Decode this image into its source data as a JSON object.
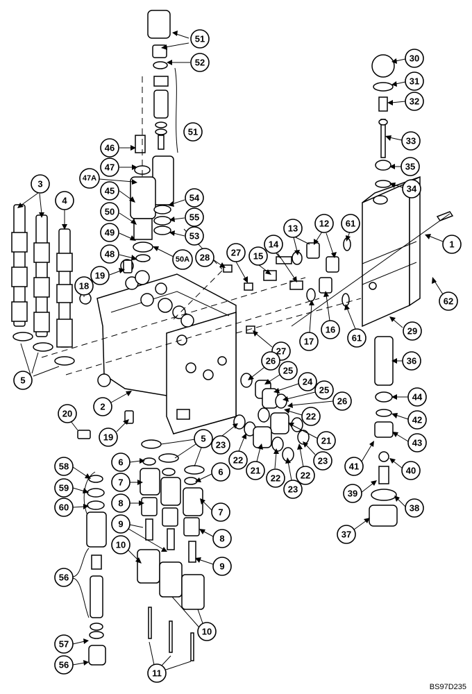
{
  "figure_ref": "BS97D235",
  "callouts": {
    "c1": "1",
    "c2": "2",
    "c3": "3",
    "c4": "4",
    "c5": "5",
    "c6": "6",
    "c7": "7",
    "c8": "8",
    "c9": "9",
    "c10": "10",
    "c11": "11",
    "c12": "12",
    "c13": "13",
    "c14": "14",
    "c15": "15",
    "c16": "16",
    "c17": "17",
    "c18": "18",
    "c19": "19",
    "c20": "20",
    "c21": "21",
    "c22": "22",
    "c23": "23",
    "c24": "24",
    "c25": "25",
    "c26": "26",
    "c27": "27",
    "c28": "28",
    "c29": "29",
    "c30": "30",
    "c31": "31",
    "c32": "32",
    "c33": "33",
    "c34": "34",
    "c35": "35",
    "c36": "36",
    "c37": "37",
    "c38": "38",
    "c39": "39",
    "c40": "40",
    "c41": "41",
    "c42": "42",
    "c43": "43",
    "c44": "44",
    "c45": "45",
    "c46": "46",
    "c47": "47",
    "c47a": "47A",
    "c48": "48",
    "c49": "49",
    "c50": "50",
    "c50a": "50A",
    "c51": "51",
    "c52": "52",
    "c53": "53",
    "c54": "54",
    "c55": "55",
    "c56": "56",
    "c57": "57",
    "c58": "58",
    "c59": "59",
    "c60": "60",
    "c61": "61",
    "c62": "62"
  }
}
